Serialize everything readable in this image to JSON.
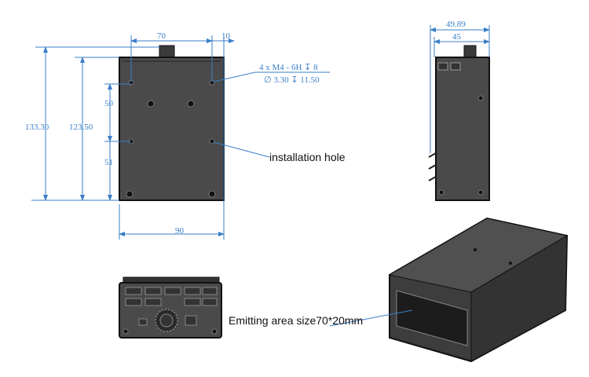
{
  "front_view": {
    "dims": {
      "overall_height": "133.30",
      "body_height": "123.50",
      "hole_spacing_v1": "50",
      "hole_spacing_v2": "51",
      "hole_spacing_h": "70",
      "edge_offset": "10",
      "width": "90"
    },
    "callout_line1": "4 x  M4 - 6H ↧ 8",
    "callout_line2": "∅ 3.30 ↧ 11.50",
    "installation_label": "installation hole"
  },
  "side_view": {
    "dims": {
      "overall_depth": "49.89",
      "body_depth": "45"
    }
  },
  "emitting_label": "Emitting area size70*20mm",
  "colors": {
    "dimension": "#3a7fc8",
    "body": "#4a4a4a"
  }
}
